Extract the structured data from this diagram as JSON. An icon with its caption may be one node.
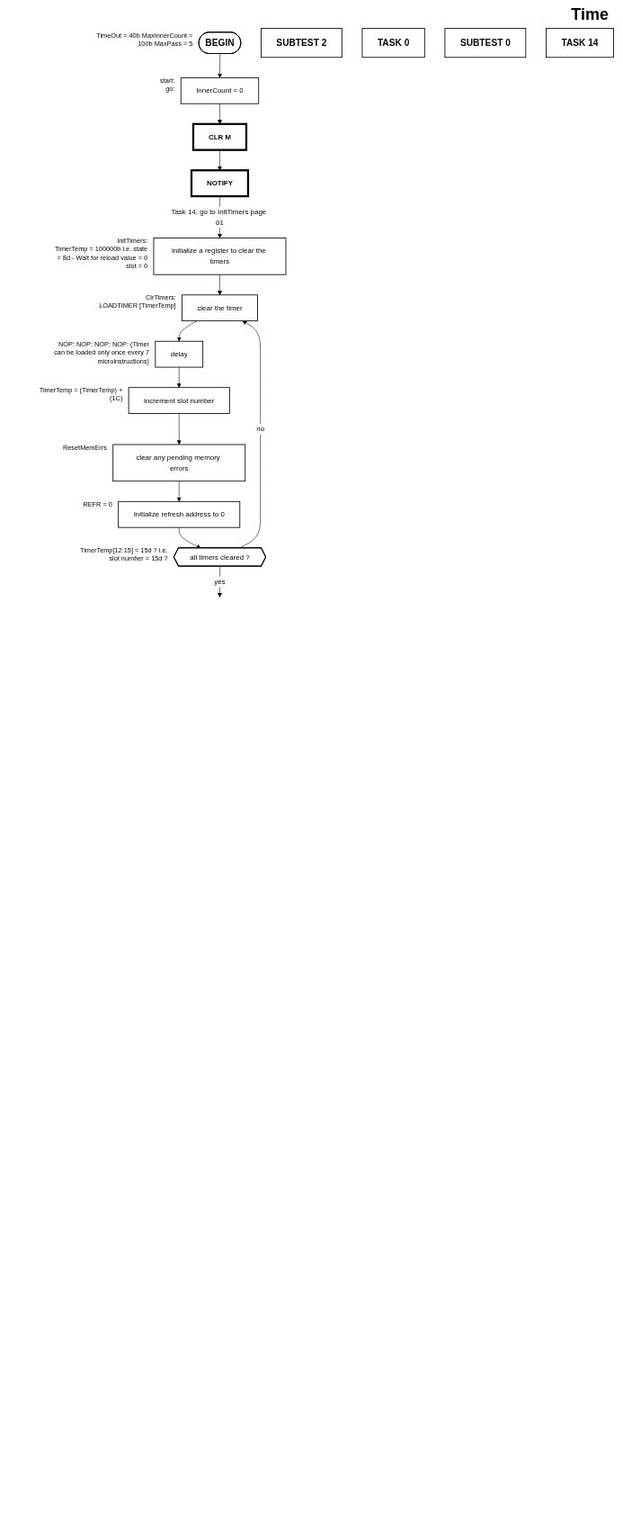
{
  "diagram": {
    "nodes": [
      {
        "text": [
          "BEGIN"
        ],
        "beside": [
          "TimeOut = 40b MaxInnerCount = 100b MaxPass = 5"
        ]
      },
      {
        "text": [
          "SUBTEST 2"
        ]
      },
      {
        "text": [
          "TASK 0"
        ]
      },
      {
        "text": [
          "InnerCount = 0"
        ],
        "beside": [
          "start:",
          "go:"
        ]
      },
      {
        "text": [
          "CLR M"
        ]
      },
      {
        "text": [
          "NOTIFY"
        ]
      },
      {
        "text": [
          "SUBTEST 0"
        ]
      },
      {
        "text": [
          "TASK 14"
        ]
      },
      {
        "text": [
          "initialize a register to clear the timers"
        ],
        "beside": [
          "InitTimers:",
          "TimerTemp = 100000b i.e. state = 8d - Wait for reload value = 0 slot = 0"
        ]
      },
      {
        "text": [
          "clear the timer"
        ],
        "beside": [
          "ClrTimers:",
          "LOADTIMER [TimerTemp]"
        ]
      },
      {
        "text": [
          "delay"
        ],
        "beside": [
          "NOP: NOP: NOP: NOP: (Timer can be loaded only once every 7 microinstructions)"
        ]
      },
      {
        "text": [
          "increment slot number"
        ],
        "beside": [
          "TimerTemp = (TimerTemp) + (1C)"
        ]
      },
      {
        "text": [
          "clear any pending memory errors"
        ],
        "beside": [
          "ResetMemErrs"
        ]
      },
      {
        "text": [
          "Initialize refresh address to 0"
        ],
        "beside": [
          "REFR = 0"
        ]
      },
      {
        "text": [
          "all timers cleared ?"
        ],
        "beside": [
          "TimerTemp[12:15] = 15d ? i.e. slot number = 15d ?"
        ]
      }
    ],
    "edges": [
      {
        "from": 0,
        "to": 3,
        "arrow": "to"
      },
      {
        "from": 3,
        "to": 4,
        "arrow": "to"
      },
      {
        "from": 4,
        "to": 5,
        "arrow": "to"
      },
      {
        "from": 5,
        "to": 8,
        "arrow": "to",
        "label": "Task 14, go to InitTimers page 01"
      },
      {
        "from": 8,
        "to": 9,
        "arrow": "to"
      },
      {
        "from": 9,
        "to": 10,
        "arrow": "to"
      },
      {
        "from": 10,
        "to": 11,
        "arrow": "to"
      },
      {
        "from": 11,
        "to": 12,
        "arrow": "to"
      },
      {
        "from": 12,
        "to": 13,
        "arrow": "to"
      },
      {
        "from": 13,
        "to": 14,
        "arrow": "to"
      },
      {
        "from": 14,
        "to": 9,
        "arrow": "to",
        "label": "no"
      },
      {
        "from": 14,
        "to": null,
        "arrow": "to",
        "label": "yes"
      }
    ],
    "labels": [
      "Time"
    ]
  }
}
